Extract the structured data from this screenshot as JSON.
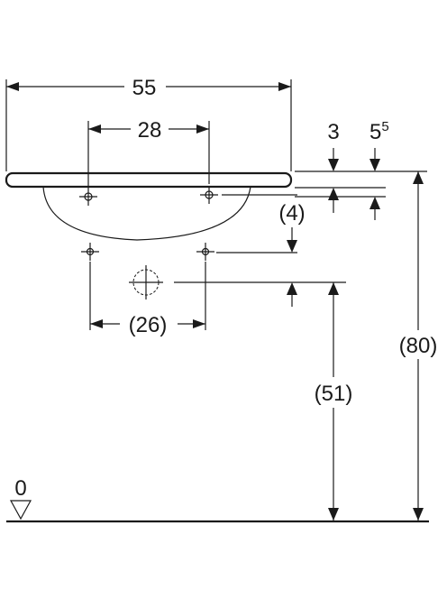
{
  "dimensions": {
    "overall_width": "55",
    "tap_hole_spacing": "28",
    "rim_thickness": "3",
    "rim_depth": "5",
    "rim_depth_superscript": "5",
    "overflow_offset": "(4)",
    "waste_spacing": "(26)",
    "waste_height": "(51)",
    "rim_height": "(80)",
    "floor_level": "0"
  },
  "colors": {
    "line": "#1a1a1a",
    "background": "#ffffff"
  }
}
